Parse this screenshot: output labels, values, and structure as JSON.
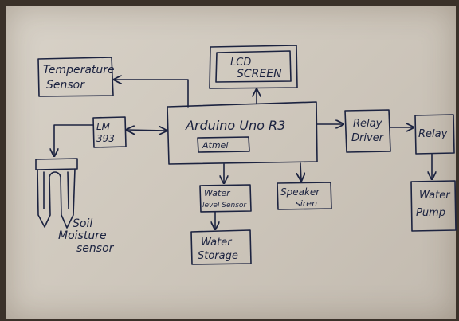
{
  "blocks": {
    "temperature": [
      "Temperature",
      "Sensor"
    ],
    "lcd": [
      "LCD",
      "SCREEN"
    ],
    "arduino": "Arduino Uno R3",
    "atmel": "Atmel",
    "lm": [
      "LM",
      "393"
    ],
    "relay_driver": [
      "Relay",
      "Driver"
    ],
    "relay": "Relay",
    "water_level": [
      "Water",
      "level Sensor"
    ],
    "speaker": [
      "Speaker",
      "siren"
    ],
    "water_storage": [
      "Water",
      "Storage"
    ],
    "water_pump": [
      "Water",
      "Pump"
    ],
    "soil_moisture": [
      "Soil",
      "Moisture",
      "sensor"
    ]
  },
  "colors": {
    "ink": "#1c2340",
    "paper": "#d4cec4",
    "background": "#3a3129"
  }
}
